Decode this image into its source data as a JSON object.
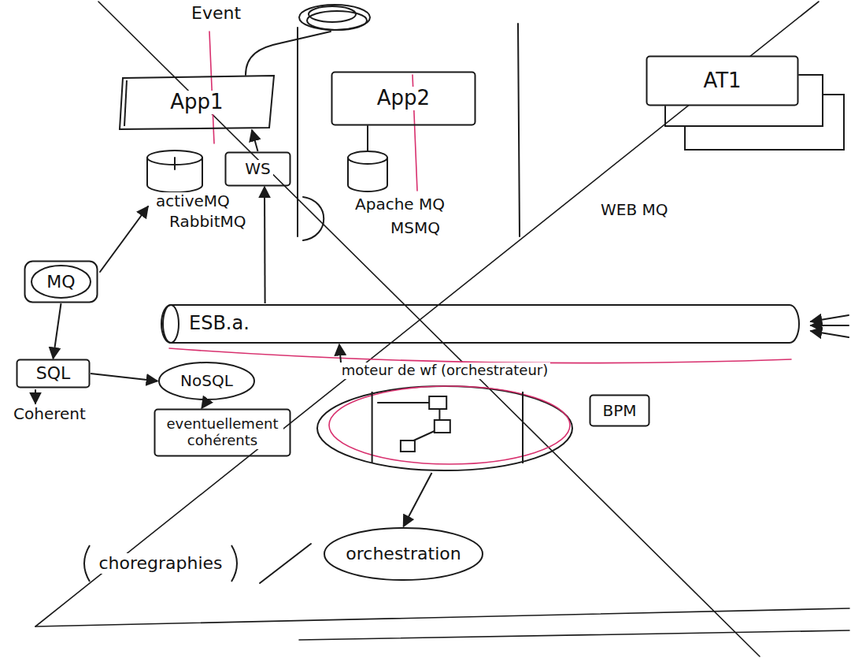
{
  "diagram": {
    "nodes": [
      {
        "text": [
          "App1"
        ]
      },
      {
        "text": [
          "App2"
        ]
      },
      {
        "text": [
          "AT1"
        ]
      },
      {
        "text": [
          "WS"
        ]
      },
      {
        "text": [
          "MQ"
        ]
      },
      {
        "text": [
          "ESB.a."
        ]
      },
      {
        "text": [
          "SQL"
        ]
      },
      {
        "text": [
          "NoSQL"
        ]
      },
      {
        "text": [
          "eventuellement cohérents"
        ]
      },
      {
        "text": [
          "moteur de wf (orchestrateur)"
        ]
      },
      {
        "text": [
          "BPM"
        ]
      },
      {
        "text": [
          "choregraphies"
        ]
      },
      {
        "text": [
          "orchestration"
        ]
      }
    ],
    "edges": [
      {
        "from": 4,
        "to": 6,
        "arrow": "to"
      },
      {
        "from": 6,
        "to": 7,
        "arrow": "to"
      },
      {
        "from": 7,
        "to": 8,
        "arrow": "to"
      },
      {
        "from": 3,
        "to": 0,
        "arrow": "to"
      },
      {
        "from": 5,
        "to": 3,
        "arrow": "to"
      },
      {
        "from": 9,
        "to": 5,
        "arrow": "to"
      },
      {
        "from": 9,
        "to": 12,
        "arrow": "to"
      }
    ],
    "labels": [
      "Event",
      "activeMQ",
      "RabbitMQ",
      "Apache MQ",
      "MSMQ",
      "WEB MQ",
      "Coherent"
    ]
  }
}
